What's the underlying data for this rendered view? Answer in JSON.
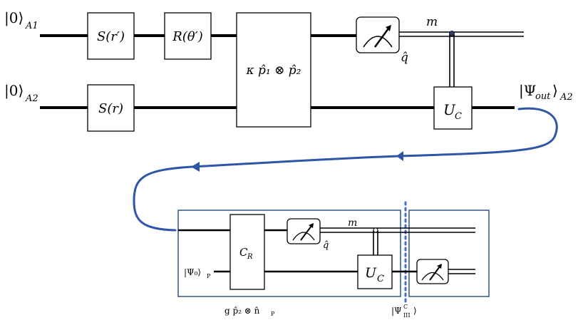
{
  "top": {
    "input_a1": "|0⟩",
    "input_a1_sub": "A1",
    "input_a2": "|0⟩",
    "input_a2_sub": "A2",
    "gate_s_prime": "S(r′)",
    "gate_r_theta": "R(θ′)",
    "gate_s": "S(r)",
    "gate_coupling": "κ p̂₁ ⊗ p̂₂",
    "meter_label": "q̂",
    "classical_label": "m",
    "gate_uc": "U",
    "gate_uc_sub": "C",
    "output_state": "|Ψ",
    "output_state_sub": "out",
    "output_state_tail": "⟩",
    "output_state_sub2": "A2"
  },
  "bottom": {
    "gate_cr": "C",
    "gate_cr_sub": "R",
    "meter_label": "q̂",
    "classical_label": "m",
    "gate_uc": "U",
    "gate_uc_sub": "C",
    "probe_state": "|Ψ₀⟩",
    "probe_state_sub": "P",
    "coupling_caption": "g p̂₂ ⊗ n̂",
    "coupling_caption_sub": "P",
    "intermediate_state": "|Ψ",
    "intermediate_state_sup": "C",
    "intermediate_state_sub": "III",
    "intermediate_state_tail": "⟩"
  },
  "colors": {
    "route": "#2f56a6",
    "frame": "#3f5f8f",
    "separator": "#3a6fd0"
  }
}
